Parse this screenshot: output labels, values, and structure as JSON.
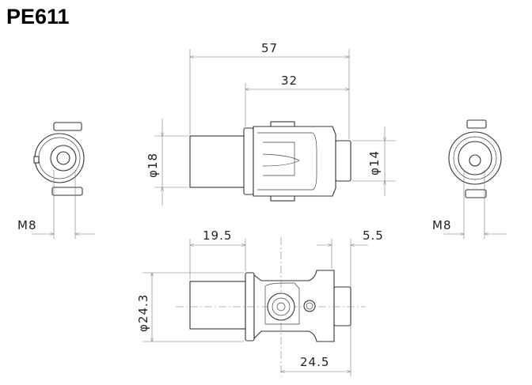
{
  "title": "PE611",
  "dimensions": {
    "overall_length": "57",
    "body_length": "32",
    "dia_left": "φ18",
    "dia_right": "φ14",
    "thread_left": "M8",
    "thread_right": "M8",
    "left_cyl_length": "19.5",
    "right_cyl_length": "5.5",
    "dia_body": "φ24.3",
    "hole_offset": "24.5"
  }
}
